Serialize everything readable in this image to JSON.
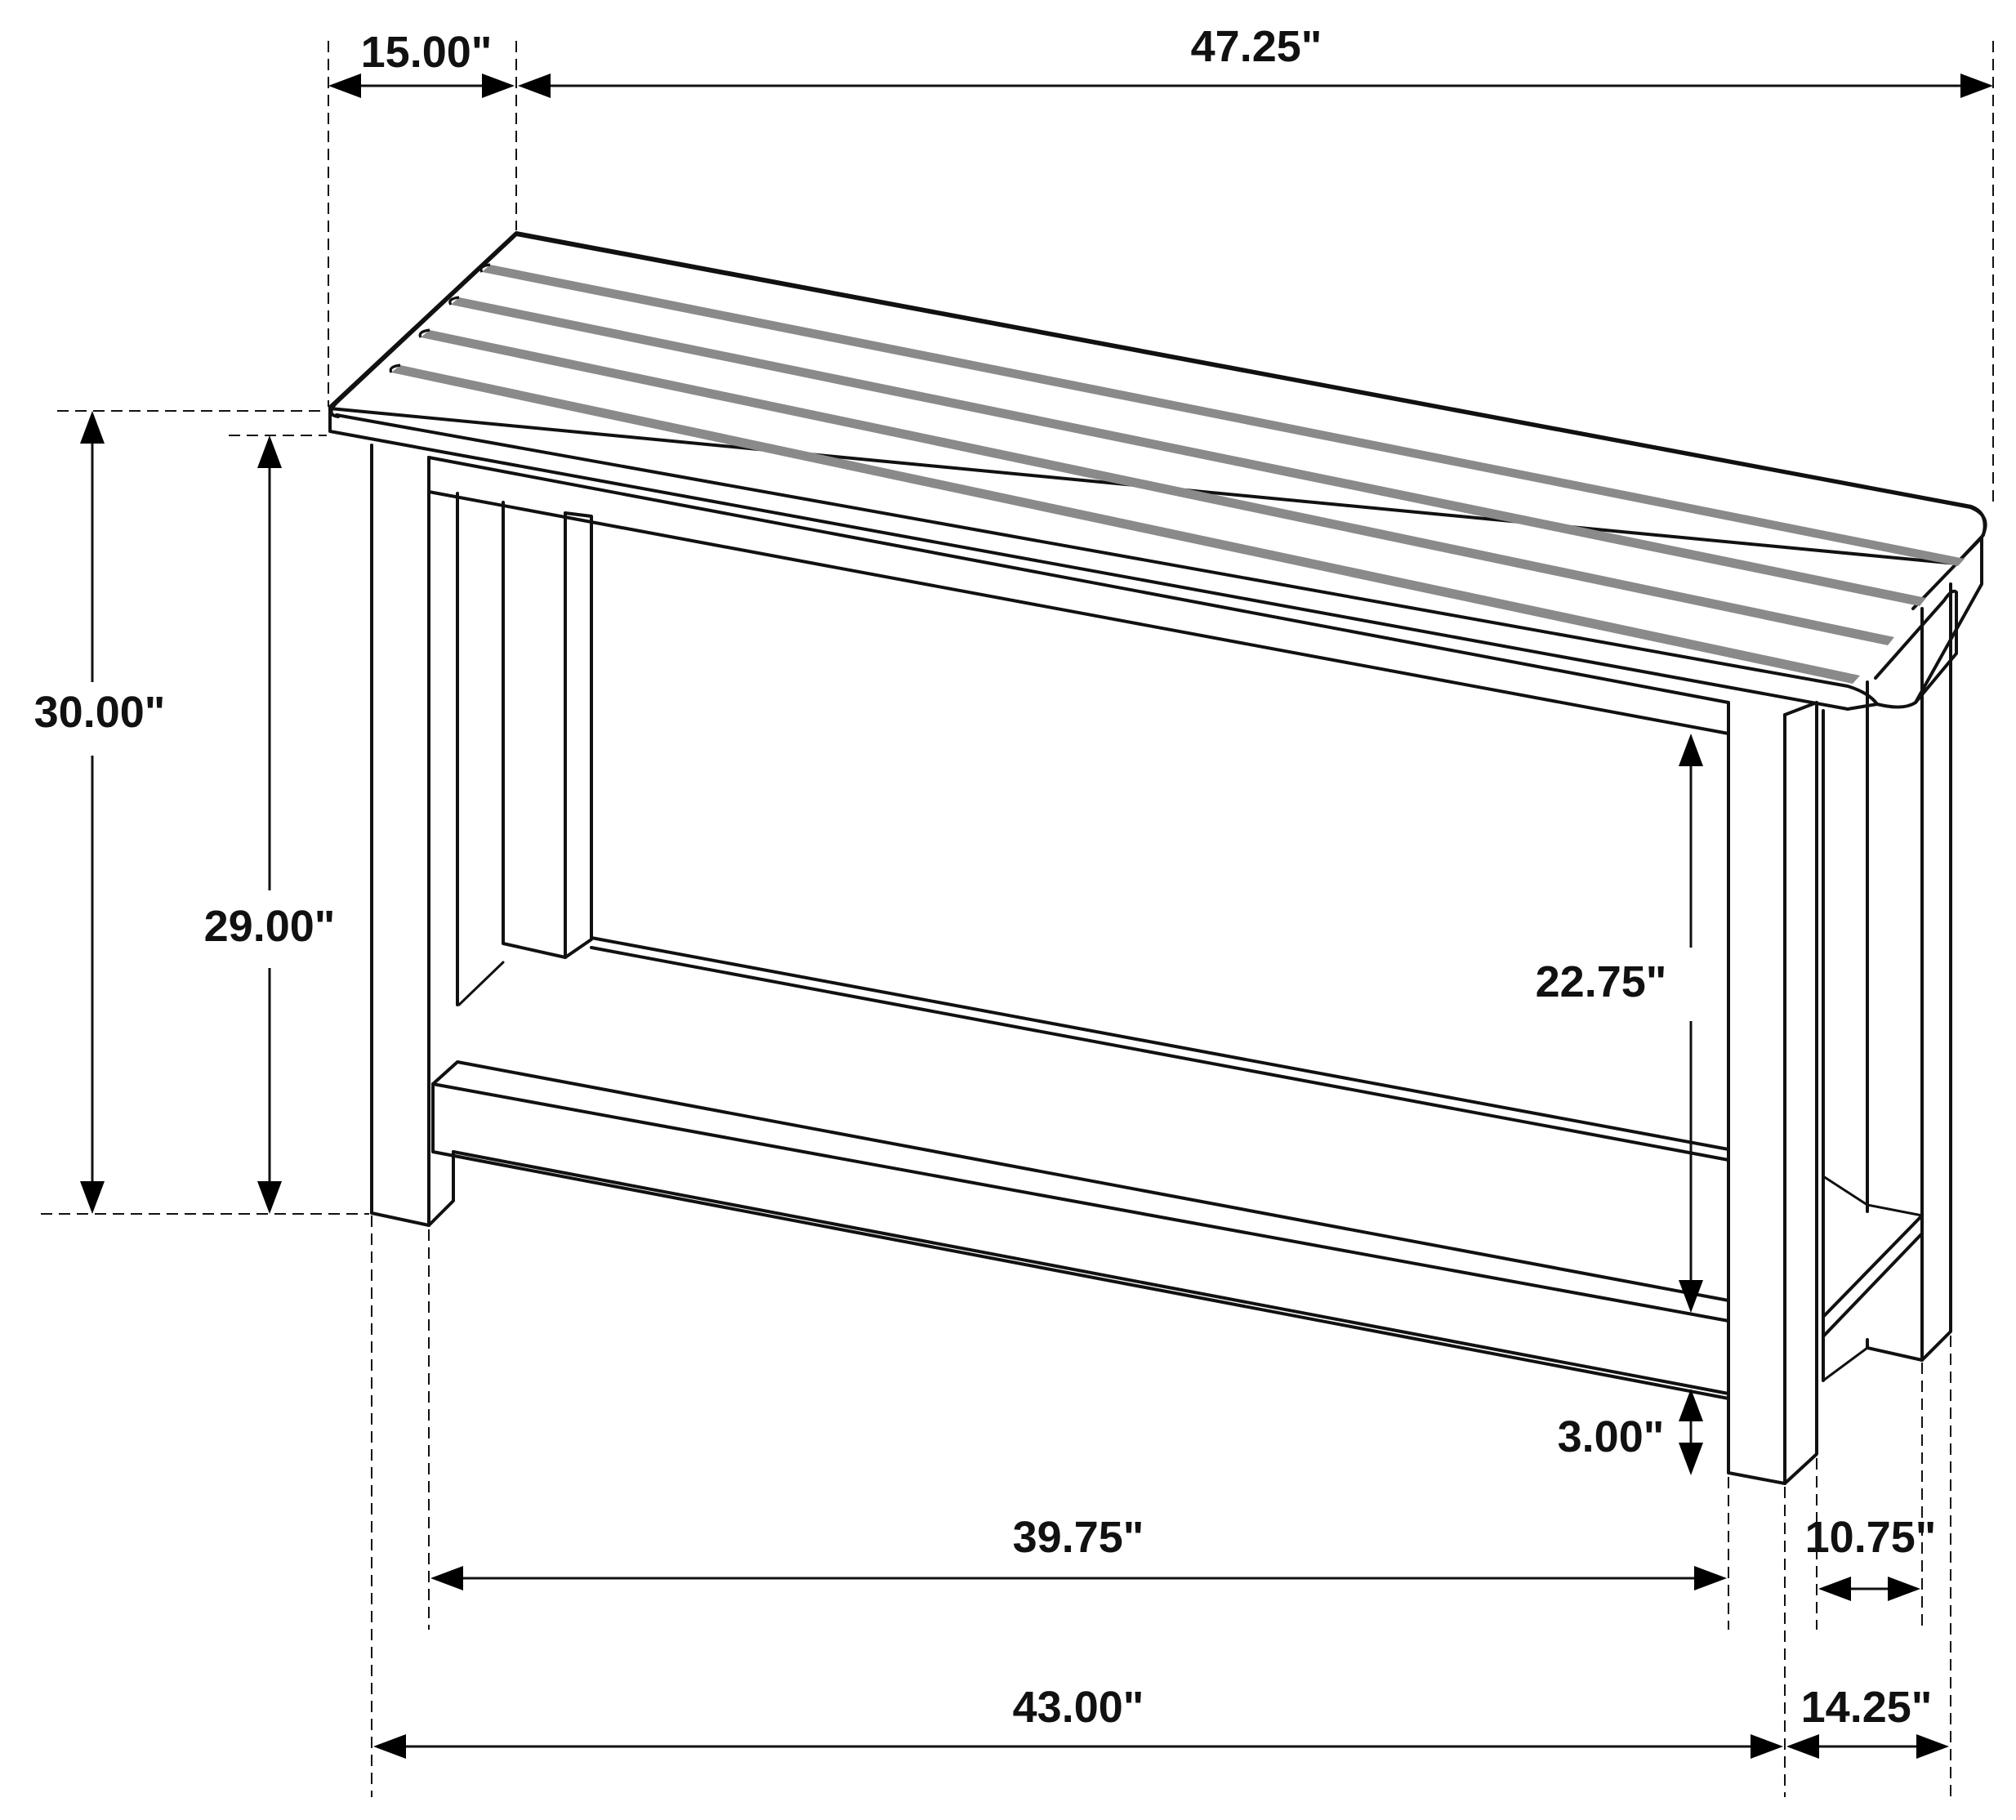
{
  "dimensions": {
    "top_depth": "15.00\"",
    "top_width": "47.25\"",
    "total_height": "30.00\"",
    "leg_height": "29.00\"",
    "shelf_clearance": "22.75\"",
    "shelf_height": "3.00\"",
    "inner_width": "39.75\"",
    "inner_depth": "10.75\"",
    "base_width": "43.00\"",
    "base_depth": "14.25\""
  },
  "colors": {
    "line": "#111111",
    "groove": "#8a8a8a",
    "background": "#ffffff"
  }
}
